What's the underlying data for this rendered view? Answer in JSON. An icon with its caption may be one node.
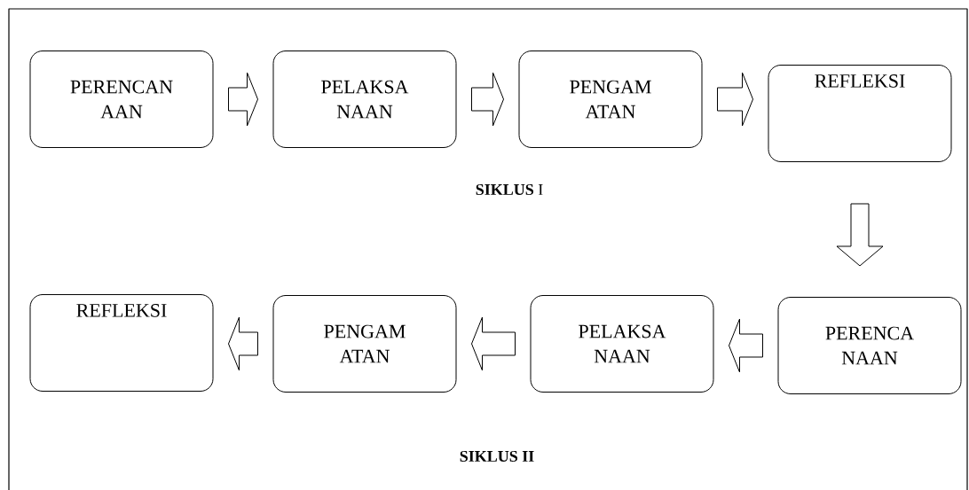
{
  "diagram": {
    "nodes": [
      {
        "text": [
          "PERENCAN AAN"
        ]
      },
      {
        "text": [
          "PELAKSA NAAN"
        ]
      },
      {
        "text": [
          "PENGAM ATAN"
        ]
      },
      {
        "text": [
          "REFLEKSI"
        ]
      },
      {
        "text": [
          "PERENCA NAAN"
        ]
      },
      {
        "text": [
          "PELAKSA NAAN"
        ]
      },
      {
        "text": [
          "PENGAM ATAN"
        ]
      },
      {
        "text": [
          "REFLEKSI"
        ]
      }
    ],
    "edges": [
      {
        "from": 0,
        "to": 1,
        "arrow": "to"
      },
      {
        "from": 1,
        "to": 2,
        "arrow": "to"
      },
      {
        "from": 2,
        "to": 3,
        "arrow": "to"
      },
      {
        "from": 3,
        "to": 4,
        "arrow": "to"
      },
      {
        "from": 4,
        "to": 5,
        "arrow": "to"
      },
      {
        "from": 5,
        "to": 6,
        "arrow": "to"
      },
      {
        "from": 6,
        "to": 7,
        "arrow": "to"
      }
    ],
    "labels": [
      "**SIKLUS** I",
      "SIKLUS II"
    ]
  }
}
